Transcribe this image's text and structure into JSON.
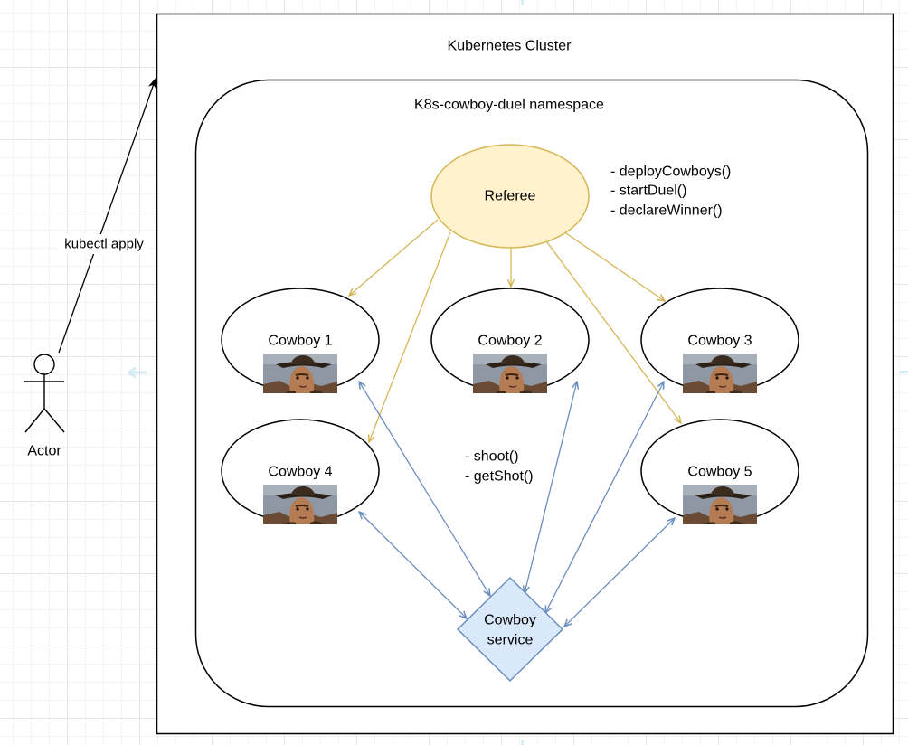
{
  "cluster": {
    "label": "Kubernetes Cluster"
  },
  "namespace": {
    "label": "K8s-cowboy-duel namespace"
  },
  "referee": {
    "label": "Referee",
    "methods": [
      "- deployCowboys()",
      "- startDuel()",
      "- declareWinner()"
    ]
  },
  "cowboys": [
    {
      "label": "Cowboy 1"
    },
    {
      "label": "Cowboy 2"
    },
    {
      "label": "Cowboy 3"
    },
    {
      "label": "Cowboy 4"
    },
    {
      "label": "Cowboy 5"
    }
  ],
  "service": {
    "label_line1": "Cowboy",
    "label_line2": "service"
  },
  "service_methods": [
    "- shoot()",
    "- getShot()"
  ],
  "actor": {
    "label": "Actor"
  },
  "edge_labels": {
    "kubectl": "kubectl apply"
  },
  "colors": {
    "referee_fill": "#fff2cc",
    "referee_stroke": "#d6b656",
    "service_fill": "#dae8fc",
    "service_stroke": "#6c8ebf",
    "referee_arrow": "#d6b656",
    "service_arrow": "#6c8ebf",
    "portrait_sky": "#9aa3b0",
    "portrait_hat": "#2b2016",
    "portrait_skin": "#b07850"
  }
}
